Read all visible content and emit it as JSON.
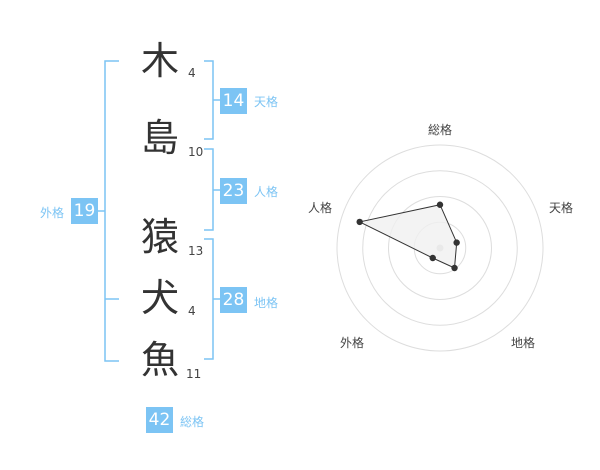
{
  "name": {
    "chars": [
      {
        "char": "木",
        "strokes": "4"
      },
      {
        "char": "島",
        "strokes": "10"
      },
      {
        "char": "猿",
        "strokes": "13"
      },
      {
        "char": "犬",
        "strokes": "4"
      },
      {
        "char": "魚",
        "strokes": "11"
      }
    ]
  },
  "fortune": {
    "tenkaku": {
      "value": "14",
      "label": "天格"
    },
    "jinkaku": {
      "value": "23",
      "label": "人格"
    },
    "chikaku": {
      "value": "28",
      "label": "地格"
    },
    "gaikaku": {
      "value": "19",
      "label": "外格"
    },
    "soukaku": {
      "value": "42",
      "label": "総格"
    }
  },
  "colors": {
    "accent": "#7cc4f4",
    "text": "#333333",
    "grid": "#dddddd",
    "polygon_fill": "#f0f0f0",
    "point": "#333333"
  },
  "radar": {
    "axes": [
      "総格",
      "天格",
      "地格",
      "外格",
      "人格"
    ],
    "values": [
      0.42,
      0.17,
      0.24,
      0.12,
      0.82
    ],
    "rings": 4
  }
}
